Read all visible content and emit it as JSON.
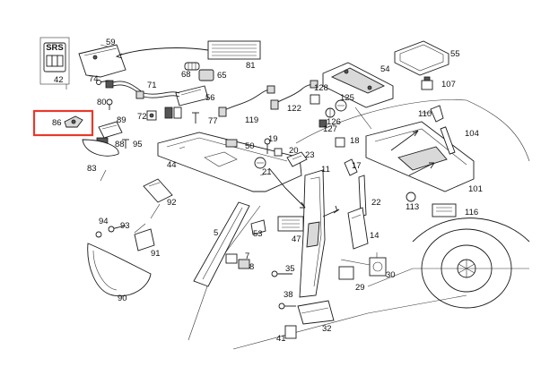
{
  "srs_badge": "SRS",
  "highlight_color": "#e8392b",
  "labels": [
    "59",
    "42",
    "81",
    "55",
    "68",
    "65",
    "54",
    "74",
    "71",
    "80",
    "56",
    "128",
    "107",
    "125",
    "110",
    "86",
    "89",
    "72",
    "77",
    "119",
    "122",
    "126",
    "127",
    "104",
    "88",
    "95",
    "50",
    "19",
    "20",
    "18",
    "23",
    "83",
    "44",
    "21",
    "11",
    "17",
    "101",
    "92",
    "22",
    "113",
    "116",
    "94",
    "93",
    "5",
    "53",
    "47",
    "14",
    "91",
    "7",
    "8",
    "35",
    "30",
    "29",
    "90",
    "38",
    "41",
    "32"
  ]
}
